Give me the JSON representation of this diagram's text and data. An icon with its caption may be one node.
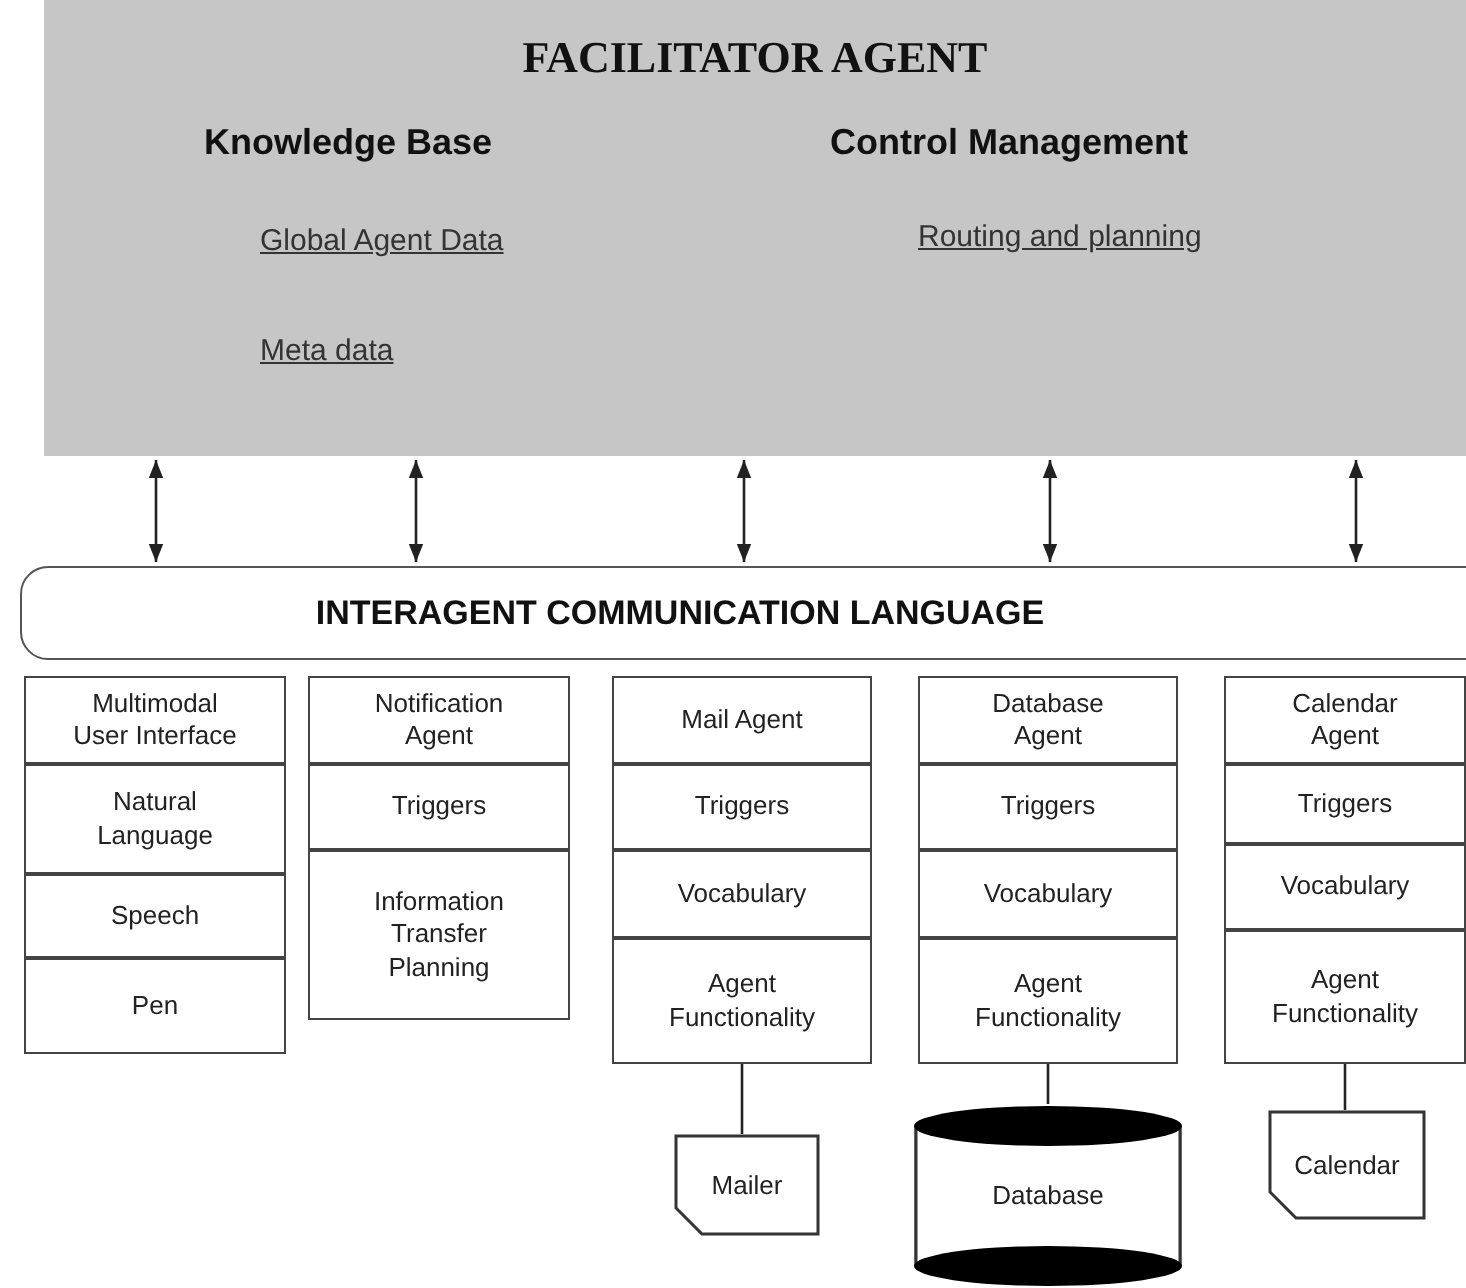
{
  "diagram": {
    "nodes": [
      {
        "text": [
          "FACILITATOR AGENT",
          "Knowledge Base",
          "Global Agent Data",
          "Meta data",
          "Control Management",
          "Routing and planning"
        ]
      },
      {
        "text": [
          "INTERAGENT COMMUNICATION LANGUAGE"
        ]
      },
      {
        "text": [
          "Multimodal User Interface"
        ]
      },
      {
        "text": [
          "Natural Language"
        ]
      },
      {
        "text": [
          "Speech"
        ]
      },
      {
        "text": [
          "Pen"
        ]
      },
      {
        "text": [
          "Notification Agent"
        ]
      },
      {
        "text": [
          "Triggers"
        ]
      },
      {
        "text": [
          "Information Transfer Planning"
        ]
      },
      {
        "text": [
          "Mail Agent"
        ]
      },
      {
        "text": [
          "Triggers"
        ]
      },
      {
        "text": [
          "Vocabulary"
        ]
      },
      {
        "text": [
          "Agent Functionality"
        ]
      },
      {
        "text": [
          "Database Agent"
        ]
      },
      {
        "text": [
          "Triggers"
        ]
      },
      {
        "text": [
          "Vocabulary"
        ]
      },
      {
        "text": [
          "Agent Functionality"
        ]
      },
      {
        "text": [
          "Calendar Agent"
        ]
      },
      {
        "text": [
          "Triggers"
        ]
      },
      {
        "text": [
          "Vocabulary"
        ]
      },
      {
        "text": [
          "Agent Functionality"
        ]
      },
      {
        "text": [
          "Mailer"
        ]
      },
      {
        "text": [
          "Database"
        ]
      },
      {
        "text": [
          "Calendar"
        ]
      }
    ],
    "edges": [
      {
        "from": 0,
        "to": 1,
        "arrow": "both"
      },
      {
        "from": 0,
        "to": 1,
        "arrow": "both"
      },
      {
        "from": 0,
        "to": 1,
        "arrow": "both"
      },
      {
        "from": 0,
        "to": 1,
        "arrow": "both"
      },
      {
        "from": 0,
        "to": 1,
        "arrow": "both"
      },
      {
        "from": 12,
        "to": 21,
        "arrow": "none"
      },
      {
        "from": 16,
        "to": 22,
        "arrow": "none"
      },
      {
        "from": 20,
        "to": 23,
        "arrow": "none"
      }
    ]
  }
}
